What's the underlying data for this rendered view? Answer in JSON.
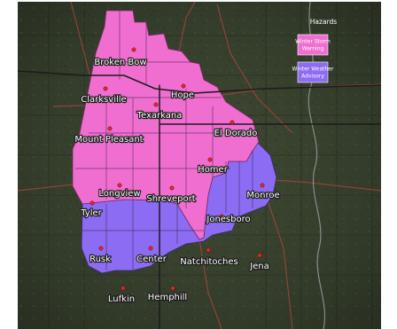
{
  "legend": {
    "title": "Hazards",
    "items": [
      {
        "line1": "Winter Storm",
        "line2": "Warning",
        "color": "#f06ed0"
      },
      {
        "line1": "Winter Weather",
        "line2": "Advisory",
        "color": "#8b6cf2"
      }
    ]
  },
  "colors": {
    "warning": "#f06ed0",
    "advisory": "#8b6cf2",
    "city_marker": "#e8252b",
    "background": "#3c4530"
  },
  "cities": [
    {
      "id": "broken-bow",
      "name": "Broken Bow"
    },
    {
      "id": "clarksville",
      "name": "Clarksville"
    },
    {
      "id": "hope",
      "name": "Hope"
    },
    {
      "id": "texarkana",
      "name": "Texarkana"
    },
    {
      "id": "mount-pleasant",
      "name": "Mount Pleasant"
    },
    {
      "id": "el-dorado",
      "name": "El Dorado"
    },
    {
      "id": "homer",
      "name": "Homer"
    },
    {
      "id": "longview",
      "name": "Longview"
    },
    {
      "id": "shreveport",
      "name": "Shreveport"
    },
    {
      "id": "monroe",
      "name": "Monroe"
    },
    {
      "id": "tyler",
      "name": "Tyler"
    },
    {
      "id": "jonesboro",
      "name": "Jonesboro"
    },
    {
      "id": "rusk",
      "name": "Rusk"
    },
    {
      "id": "center",
      "name": "Center"
    },
    {
      "id": "natchitoches",
      "name": "Natchitoches"
    },
    {
      "id": "jena",
      "name": "Jena"
    },
    {
      "id": "lufkin",
      "name": "Lufkin"
    },
    {
      "id": "hemphill",
      "name": "Hemphill"
    }
  ]
}
